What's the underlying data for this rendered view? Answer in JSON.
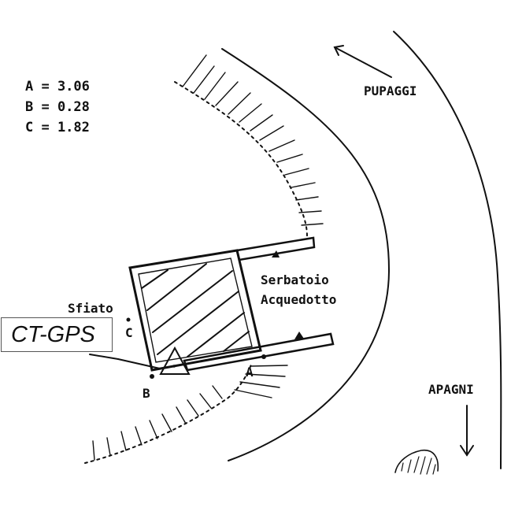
{
  "measures": [
    {
      "text": "A = 3.06"
    },
    {
      "text": "B = 0.28"
    },
    {
      "text": "C = 1.82"
    }
  ],
  "labels": {
    "pupaggi": "PUPAGGI",
    "apagni": "APAGNI",
    "serbatoio_line1": "Serbatoio",
    "serbatoio_line2": "Acquedotto",
    "sfiato": "Sfiato",
    "point_a": "A",
    "point_b": "B",
    "point_c": "C",
    "gps": "CT-GPS"
  }
}
